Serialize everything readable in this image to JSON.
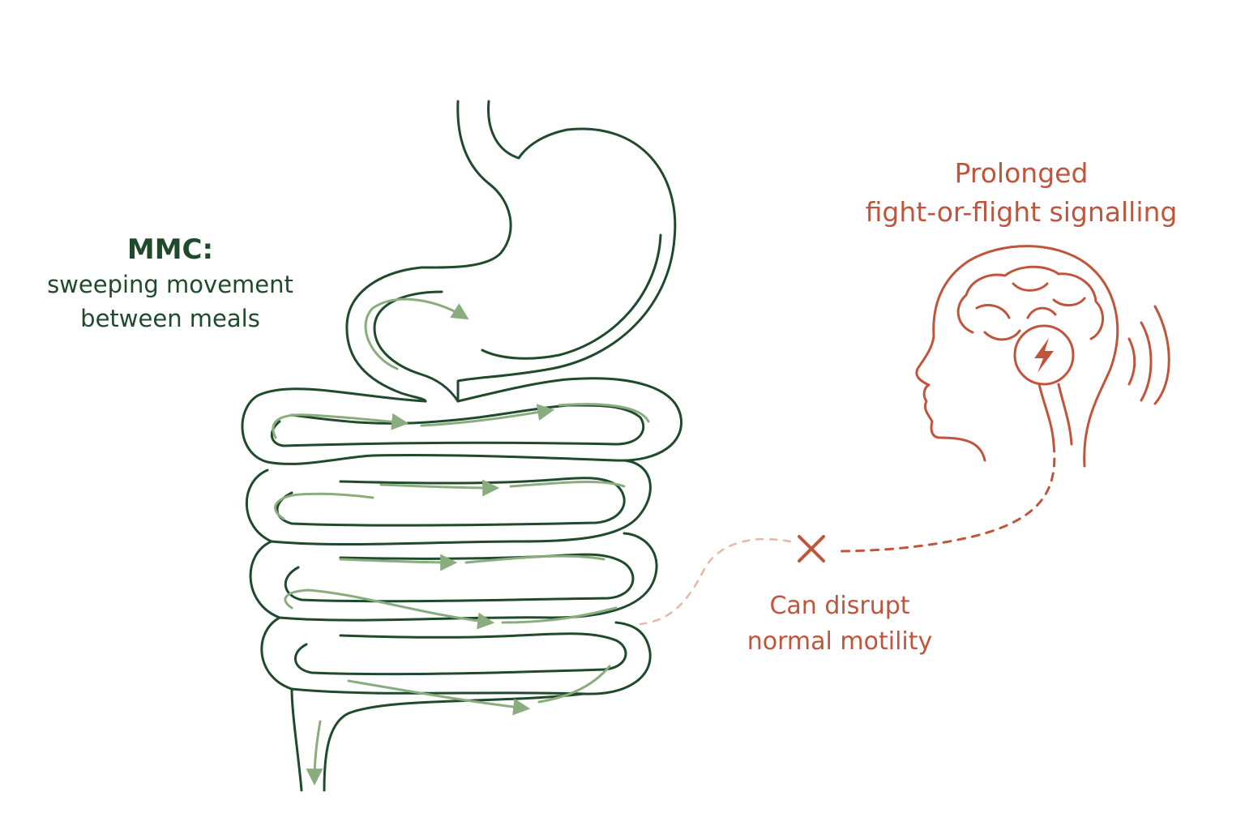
{
  "mmc": {
    "title": "MMC:",
    "line1": "sweeping movement",
    "line2": "between meals"
  },
  "stress": {
    "line1": "Prolonged",
    "line2": "fight-or-flight signalling"
  },
  "effect": {
    "line1": "Can disrupt",
    "line2": "normal motility"
  },
  "colors": {
    "gut_outline": "#1f4a2b",
    "flow_arrows": "#8aad7d",
    "stress_accent": "#c1553c"
  }
}
